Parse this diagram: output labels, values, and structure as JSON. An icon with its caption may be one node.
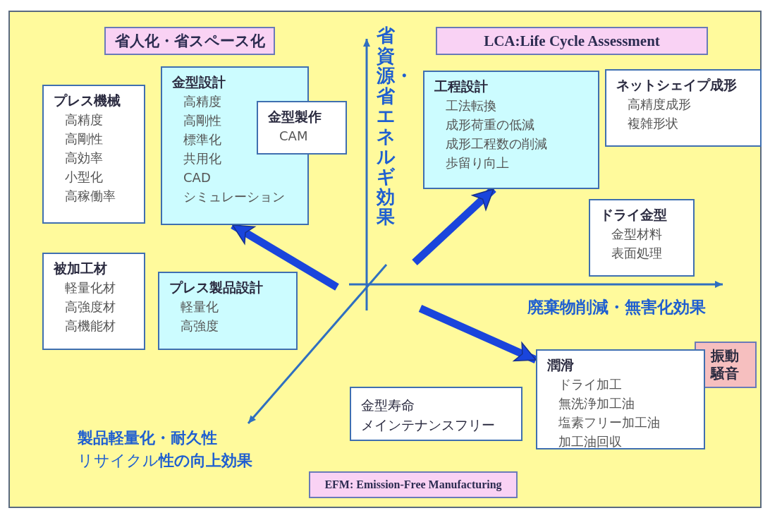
{
  "diagram": {
    "nodes": [
      {
        "text": [
          "省人化・省スペース化"
        ]
      },
      {
        "text": [
          "LCA:Life Cycle Assessment"
        ]
      },
      {
        "text": [
          "金型設計",
          "高精度",
          "高剛性",
          "標準化",
          "共用化",
          "CAD",
          "シミュレーション"
        ]
      },
      {
        "text": [
          "金型製作",
          "CAM"
        ]
      },
      {
        "text": [
          "工程設計",
          "工法転換",
          "成形荷重の低減",
          "成形工程数の削減",
          "歩留り向上"
        ]
      },
      {
        "text": [
          "ネットシェイプ成形",
          "高精度成形",
          "複雑形状"
        ]
      },
      {
        "text": [
          "プレス機械",
          "高精度",
          "高剛性",
          "高効率",
          "小型化",
          "高稼働率"
        ]
      },
      {
        "text": [
          "ドライ金型",
          "金型材料",
          "表面処理"
        ]
      },
      {
        "text": [
          "被加工材",
          "軽量化材",
          "高強度材",
          "高機能材"
        ]
      },
      {
        "text": [
          "プレス製品設計",
          "軽量化",
          "高強度"
        ]
      },
      {
        "text": [
          "振動騒音"
        ]
      },
      {
        "text": [
          "潤滑",
          "ドライ加工",
          "無洗浄加工油",
          "塩素フリー加工油",
          "加工油回収"
        ]
      },
      {
        "text": [
          "金型寿命",
          "メインテナンスフリー"
        ]
      },
      {
        "text": [
          "EFM: Emission-Free Manufacturing"
        ]
      }
    ],
    "edges": [
      {
        "from": null,
        "to": 2,
        "arrow": "to"
      },
      {
        "from": null,
        "to": 4,
        "arrow": "to"
      },
      {
        "from": null,
        "to": 11,
        "arrow": "to"
      }
    ],
    "labels": [
      "省資源・省エネルギ効果",
      "廃棄物削減・無害化効果",
      "製品軽量化・耐久性",
      "リサイクル**性の向上効果**"
    ]
  }
}
